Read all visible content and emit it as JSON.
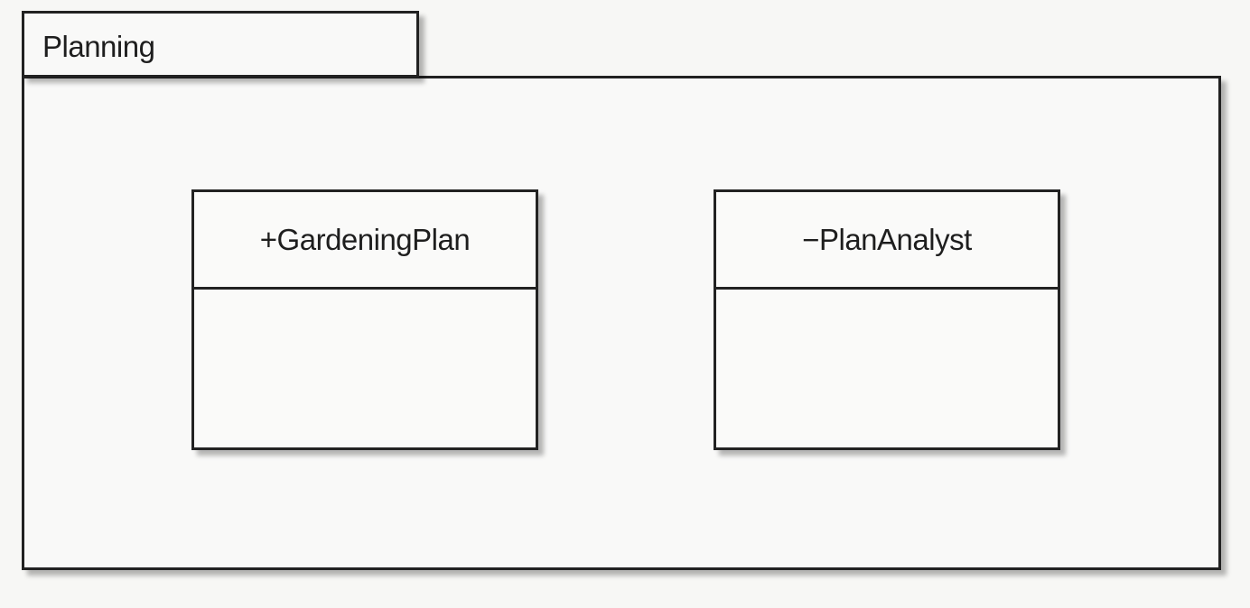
{
  "package": {
    "name": "Planning"
  },
  "classes": [
    {
      "name": "+GardeningPlan"
    },
    {
      "name": "−PlanAnalyst"
    }
  ]
}
